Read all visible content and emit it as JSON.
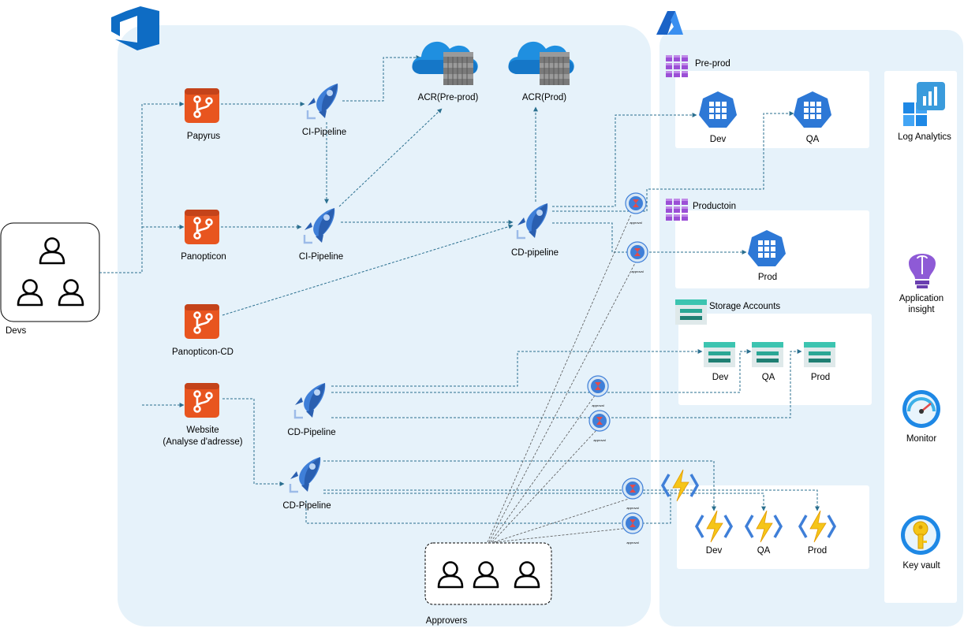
{
  "colors": {
    "devops_panel": "#e6f2fa",
    "azure_panel": "#e6f2fa",
    "repo": "#e8551f",
    "pipeline": "#3f7fd8",
    "aks": "#2d78d6",
    "storage": "#3cc4b0",
    "function": "#f5c518",
    "flow_line": "#2a6f8f"
  },
  "labels": {
    "devs": "Devs",
    "approvers": "Approvers",
    "repo_papyrus": "Papyrus",
    "repo_panopticon": "Panopticon",
    "repo_panopticon_cd": "Panopticon-CD",
    "repo_website_line1": "Website",
    "repo_website_line2": "(Analyse d'adresse)",
    "ci_pipeline_1": "CI-Pipeline",
    "ci_pipeline_2": "CI-Pipeline",
    "cd_pipeline_panopticon": "CD-pipeline",
    "cd_pipeline_storage": "CD-Pipeline",
    "cd_pipeline_functions": "CD-Pipeline",
    "acr_preprod": "ACR(Pre-prod)",
    "acr_prod": "ACR(Prod)",
    "group_preprod": "Pre-prod",
    "group_production": "Productoin",
    "group_storage": "Storage Accounts",
    "aks_dev": "Dev",
    "aks_qa": "QA",
    "aks_prod": "Prod",
    "storage_dev": "Dev",
    "storage_qa": "QA",
    "storage_prod": "Prod",
    "func_dev": "Dev",
    "func_qa": "QA",
    "func_prod": "Prod",
    "log_analytics": "Log Analytics",
    "app_insight_line1": "Application",
    "app_insight_line2": "insight",
    "monitor": "Monitor",
    "key_vault": "Key vault",
    "approval_tag": "approval"
  },
  "icons": {
    "devops_logo": "azure-devops-icon",
    "azure_logo": "azure-icon",
    "repo": "git-repo-icon",
    "pipeline": "rocket-pipeline-icon",
    "acr": "container-registry-icon",
    "aks": "kubernetes-service-icon",
    "storage": "storage-account-icon",
    "function": "function-app-icon",
    "approval": "approval-gate-icon",
    "user": "user-icon"
  }
}
